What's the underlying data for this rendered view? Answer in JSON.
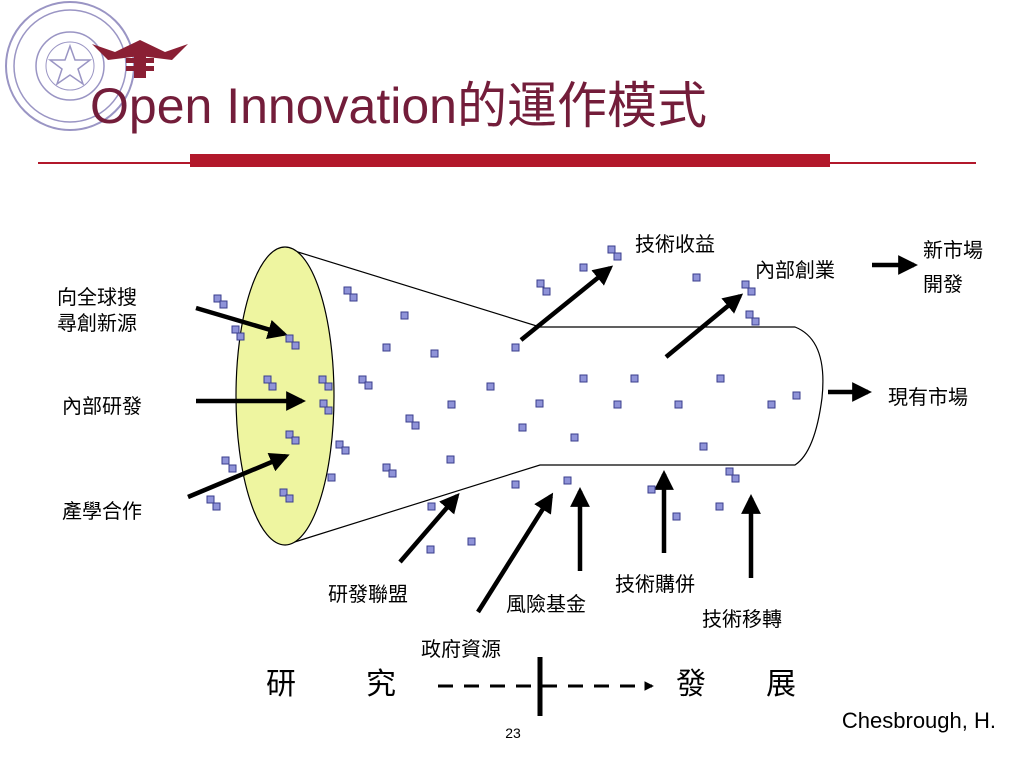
{
  "slide": {
    "title": "Open Innovation的運作模式",
    "page_number": "23",
    "citation": "Chesbrough, H."
  },
  "inputs_left": {
    "global_search_line1": "向全球搜",
    "global_search_line2": "尋創新源",
    "internal_rd": "內部研發",
    "industry_academia": "產學合作"
  },
  "inputs_bottom": {
    "rd_alliance": "研發聯盟",
    "government": "政府資源",
    "venture_fund": "風險基金",
    "tech_acquisition": "技術購併",
    "tech_transfer": "技術移轉"
  },
  "outputs": {
    "licensing_revenue": "技術收益",
    "internal_venture": "內部創業",
    "new_market_line1": "新市場",
    "new_market_line2": "開發",
    "existing_market": "現有市場"
  },
  "timeline": {
    "research_1": "研",
    "research_2": "究",
    "development_1": "發",
    "development_2": "展"
  },
  "colors": {
    "title": "#731d3a",
    "accent_rule": "#b2182b",
    "funnel_mouth": "#eef5a0",
    "dot_fill": "#8f93d8",
    "dot_stroke": "#3a3e8c"
  }
}
